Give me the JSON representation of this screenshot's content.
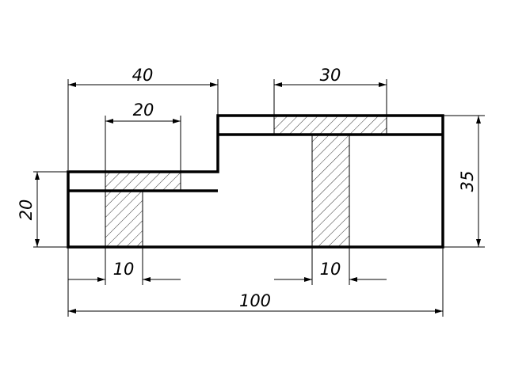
{
  "dimensions": {
    "width_total": "100",
    "height_total": "35",
    "height_left": "20",
    "width_left_step": "40",
    "width_left_counterbore": "20",
    "width_right_counterbore": "30",
    "width_left_hole": "10",
    "width_right_hole": "10"
  },
  "colors": {
    "line": "#000000",
    "background": "#ffffff"
  }
}
